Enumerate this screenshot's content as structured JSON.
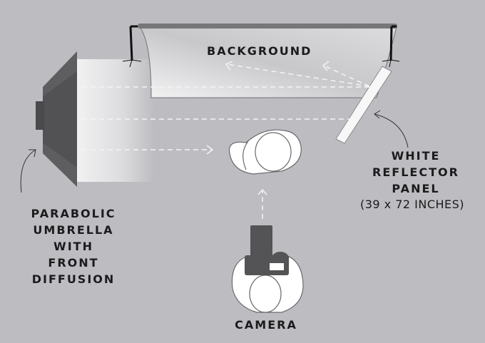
{
  "labels": {
    "background": "BACKGROUND",
    "reflector": [
      "WHITE",
      "REFLECTOR",
      "PANEL"
    ],
    "reflector_size": "(39 x 72 INCHES)",
    "umbrella": [
      "PARABOLIC",
      "UMBRELLA",
      "WITH",
      "FRONT",
      "DIFFUSION"
    ],
    "camera": "CAMERA"
  },
  "colors": {
    "background": "#bdbdc1",
    "umbrella": "#5a5a5c",
    "stand": "#111111",
    "text": "#1b1b1d"
  }
}
